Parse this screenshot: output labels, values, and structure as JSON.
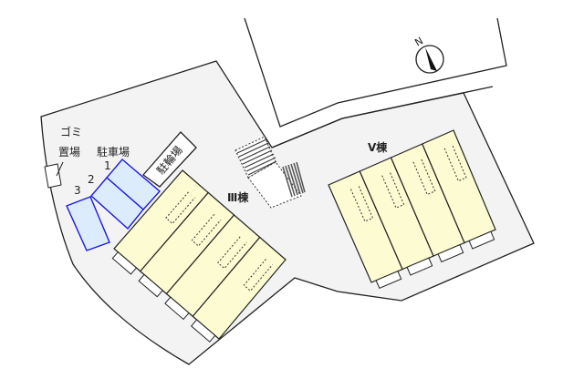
{
  "labels": {
    "garbage_line1": "ゴミ",
    "garbage_line2": "置場",
    "parking": "駐車場",
    "parking_spots": [
      "1",
      "2",
      "3"
    ],
    "bicycle_parking": "駐輪場",
    "building_3": "Ⅲ棟",
    "building_5": "Ⅴ棟",
    "compass": "N"
  },
  "colors": {
    "site": "#f3f3f3",
    "building": "#fdfbd2",
    "parking_fill": "#dcecfc",
    "parking_stroke": "#1a1ad8",
    "line": "#222222"
  }
}
